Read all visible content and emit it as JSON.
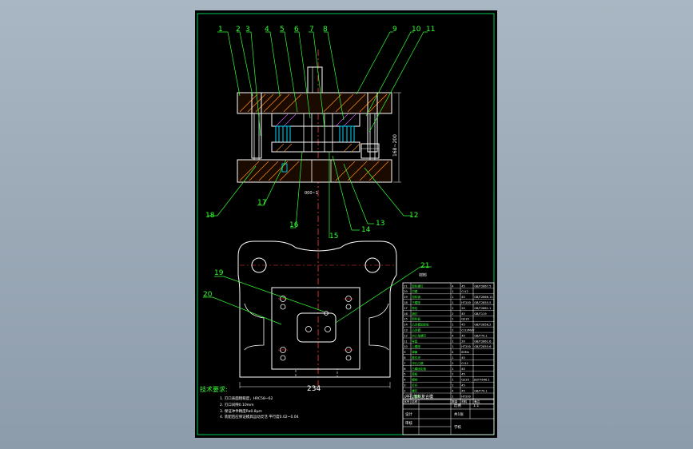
{
  "drawing": {
    "background": "#000000",
    "frame_color": "#00c85a",
    "line_white": "#ffffff",
    "leader_green": "#33ff33",
    "label_cyan": "#00e5ff",
    "center_red": "#ff3b3b",
    "hatch_orange": "#ff8c1a",
    "hatch_magenta": "#e060ff",
    "spring_cyan": "#00d8ff"
  },
  "part_numbers": {
    "top_row": [
      "1",
      "2",
      "3",
      "4",
      "5",
      "6",
      "7",
      "8",
      "9",
      "10",
      "11"
    ],
    "bottom": [
      "18",
      "17",
      "16",
      "15",
      "14",
      "13",
      "12"
    ],
    "plan": [
      "19",
      "20",
      "21"
    ]
  },
  "dimensions": {
    "width_label": "234",
    "height_label": "168~200",
    "note_under_section": "000~1",
    "callout_21_sub": "材料"
  },
  "tech_req": {
    "title": "技术要求:",
    "items": [
      "1. 刃口表面粗糙度，HRC58~62",
      "2. 刃口间隙0.10mm",
      "3. 保证冲件精度Ra0.8μm",
      "4. 装配后应保证模具运动灵活 平行度0.02~0.04"
    ]
  },
  "title_block": {
    "rows": [
      {
        "no": "21",
        "name": "卸料螺钉",
        "qty": "4",
        "mat": "45",
        "note": "GB/T2867.5"
      },
      {
        "no": "20",
        "name": "凹模",
        "qty": "1",
        "mat": "Cr12",
        "note": ""
      },
      {
        "no": "19",
        "name": "挡料销",
        "qty": "1",
        "mat": "45",
        "note": "GB/T2866.11"
      },
      {
        "no": "18",
        "name": "下模座",
        "qty": "1",
        "mat": "HT200",
        "note": "GB/T2855.5"
      },
      {
        "no": "17",
        "name": "导柱",
        "qty": "2",
        "mat": "20",
        "note": "GB/T2861.1"
      },
      {
        "no": "16",
        "name": "销钉",
        "qty": "2",
        "mat": "45",
        "note": "GB/T119"
      },
      {
        "no": "15",
        "name": "卸料板",
        "qty": "1",
        "mat": "Q235",
        "note": ""
      },
      {
        "no": "14",
        "name": "凸凹模固定板",
        "qty": "1",
        "mat": "45",
        "note": "GB/T2858.2"
      },
      {
        "no": "13",
        "name": "凸凹模",
        "qty": "1",
        "mat": "Cr12MoV",
        "note": ""
      },
      {
        "no": "12",
        "name": "内六角螺钉",
        "qty": "4",
        "mat": "45",
        "note": "GB/T70.1"
      },
      {
        "no": "11",
        "name": "导套",
        "qty": "2",
        "mat": "20",
        "note": "GB/T2861.6"
      },
      {
        "no": "10",
        "name": "上模座",
        "qty": "1",
        "mat": "HT200",
        "note": "GB/T2855.6"
      },
      {
        "no": "9",
        "name": "弹簧",
        "qty": "4",
        "mat": "65Mn",
        "note": ""
      },
      {
        "no": "8",
        "name": "推件块",
        "qty": "1",
        "mat": "45",
        "note": ""
      },
      {
        "no": "7",
        "name": "冲孔凸模",
        "qty": "2",
        "mat": "Cr12",
        "note": ""
      },
      {
        "no": "6",
        "name": "凸模固定板",
        "qty": "1",
        "mat": "45",
        "note": ""
      },
      {
        "no": "5",
        "name": "垫板",
        "qty": "1",
        "mat": "45",
        "note": ""
      },
      {
        "no": "4",
        "name": "模柄",
        "qty": "1",
        "mat": "Q235",
        "note": "JB/T7646.1"
      },
      {
        "no": "3",
        "name": "打杆",
        "qty": "1",
        "mat": "45",
        "note": ""
      },
      {
        "no": "2",
        "name": "螺钉",
        "qty": "4",
        "mat": "45",
        "note": "GB/T70.1"
      },
      {
        "no": "1",
        "name": "上模座",
        "qty": "1",
        "mat": "HT200",
        "note": ""
      }
    ],
    "header": {
      "no": "序号",
      "name": "名称",
      "qty": "数量",
      "mat": "材料",
      "note": "备注"
    },
    "drawing_title": "冲孔落料复合模",
    "scale_label": "比例",
    "scale": "1:1",
    "sheet_label": "共1张",
    "designer_label": "设计",
    "checker_label": "审核",
    "school_label": "学校"
  }
}
